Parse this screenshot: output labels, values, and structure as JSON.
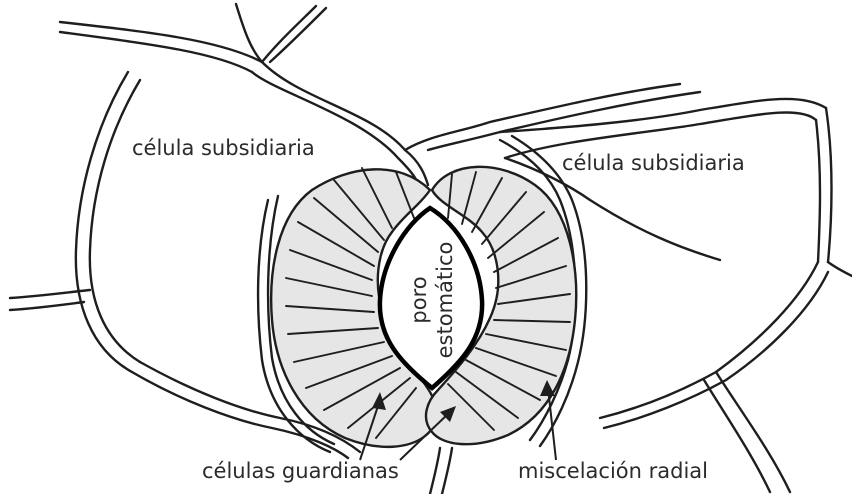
{
  "labels": {
    "subsidiary_left": "célula subsidiaria",
    "subsidiary_right": "célula subsidiaria",
    "pore_line1": "poro",
    "pore_line2": "estomático",
    "guard_cells": "células guardianas",
    "radial_micellation": "miscelación radial"
  },
  "colors": {
    "guard_cell_fill": "#e6e6e6",
    "line": "#1e1e1e",
    "background": "#ffffff"
  }
}
